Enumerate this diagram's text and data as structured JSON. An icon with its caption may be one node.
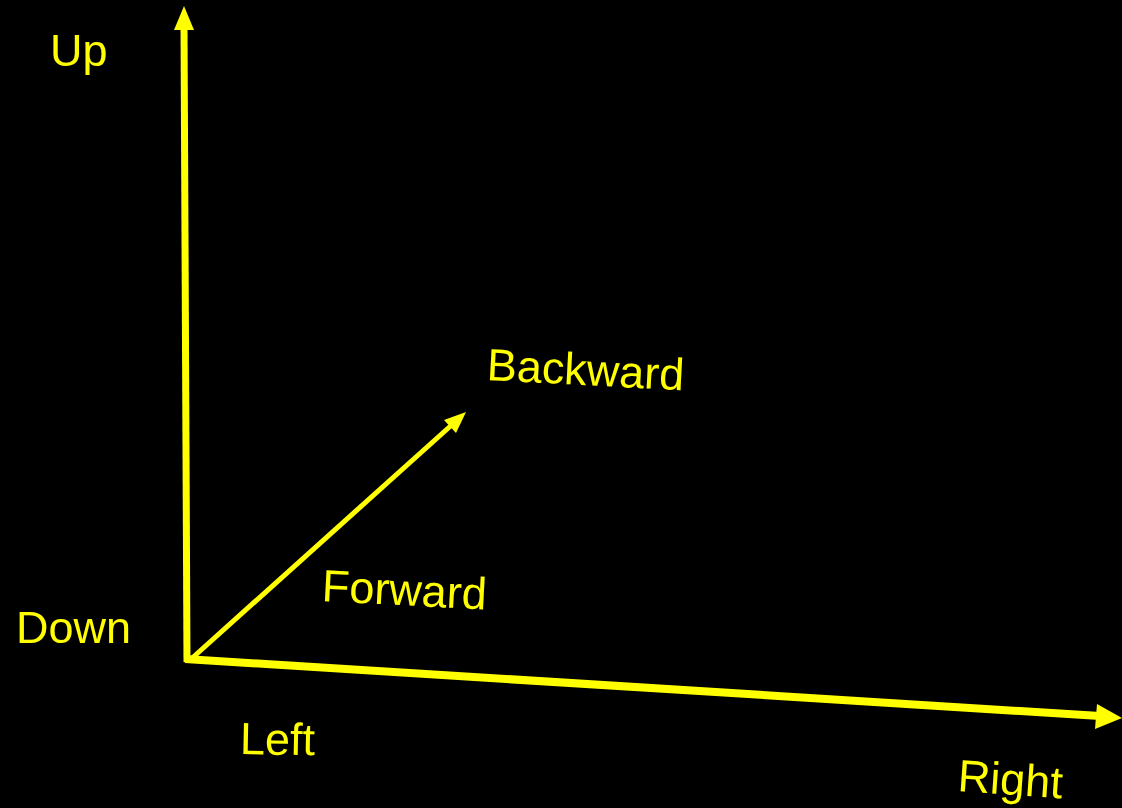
{
  "diagram": {
    "labels": [
      "Up",
      "Backward",
      "Forward",
      "Down",
      "Left",
      "Right"
    ]
  }
}
